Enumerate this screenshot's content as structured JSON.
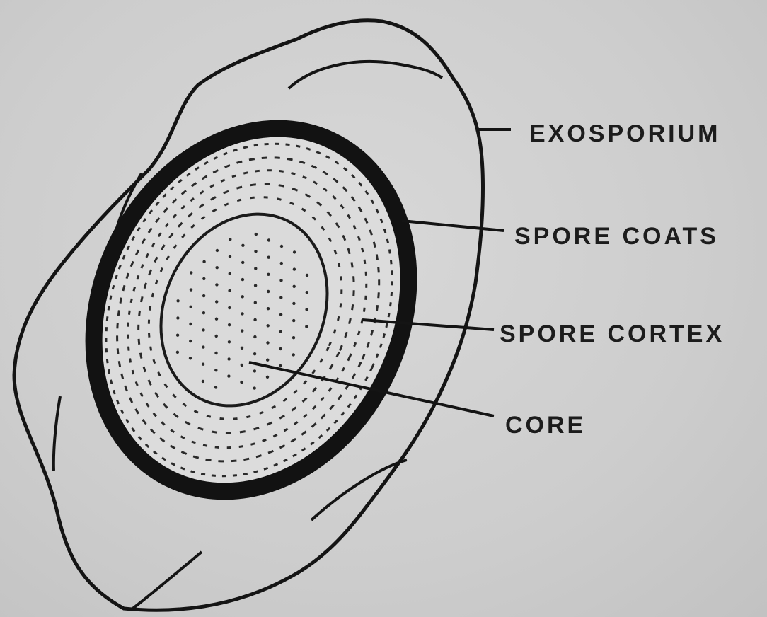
{
  "diagram": {
    "labels": {
      "exosporium": "EXOSPORIUM",
      "spore_coats": "SPORE COATS",
      "spore_cortex": "SPORE CORTEX",
      "core": "CORE"
    }
  }
}
